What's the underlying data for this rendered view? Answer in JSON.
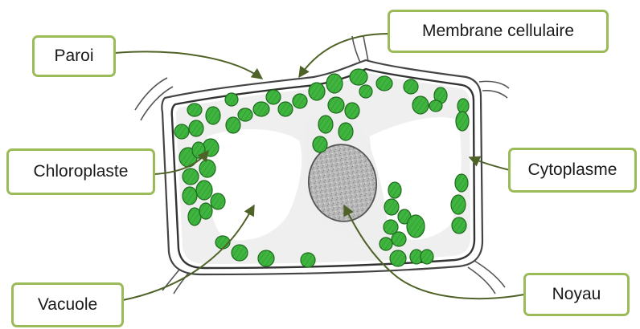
{
  "labels": {
    "paroi": "Paroi",
    "membrane": "Membrane cellulaire",
    "chloroplaste": "Chloroplaste",
    "cytoplasme": "Cytoplasme",
    "vacuole": "Vacuole",
    "noyau": "Noyau"
  },
  "colors": {
    "chloroplast_fill": "#3fb43f",
    "chloroplast_stroke": "#1d6b1d",
    "label_border": "#9bbb59",
    "arrow": "#4f6228",
    "cytoplasm": "#f0f0f0",
    "nucleus_fill": "#bdbdbd",
    "wall_line": "#555555"
  }
}
